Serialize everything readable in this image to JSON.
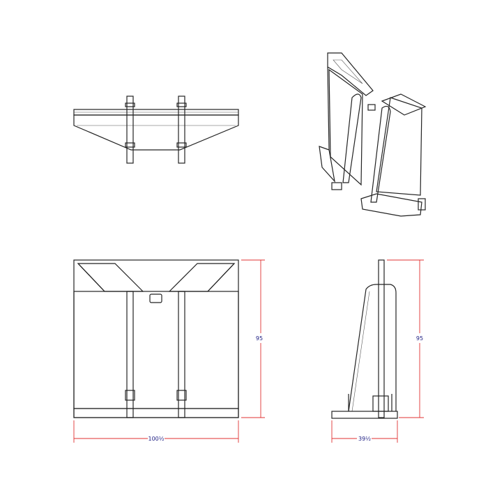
{
  "drawing": {
    "views": [
      "top-view",
      "isometric-view",
      "front-view",
      "side-view"
    ],
    "dimensions": {
      "front_width": "100½",
      "front_height": "95",
      "side_depth": "39½",
      "side_height": "95"
    },
    "colors": {
      "line": "#222222",
      "dimension_line": "#e03030",
      "dimension_text": "#1a1a80"
    }
  }
}
